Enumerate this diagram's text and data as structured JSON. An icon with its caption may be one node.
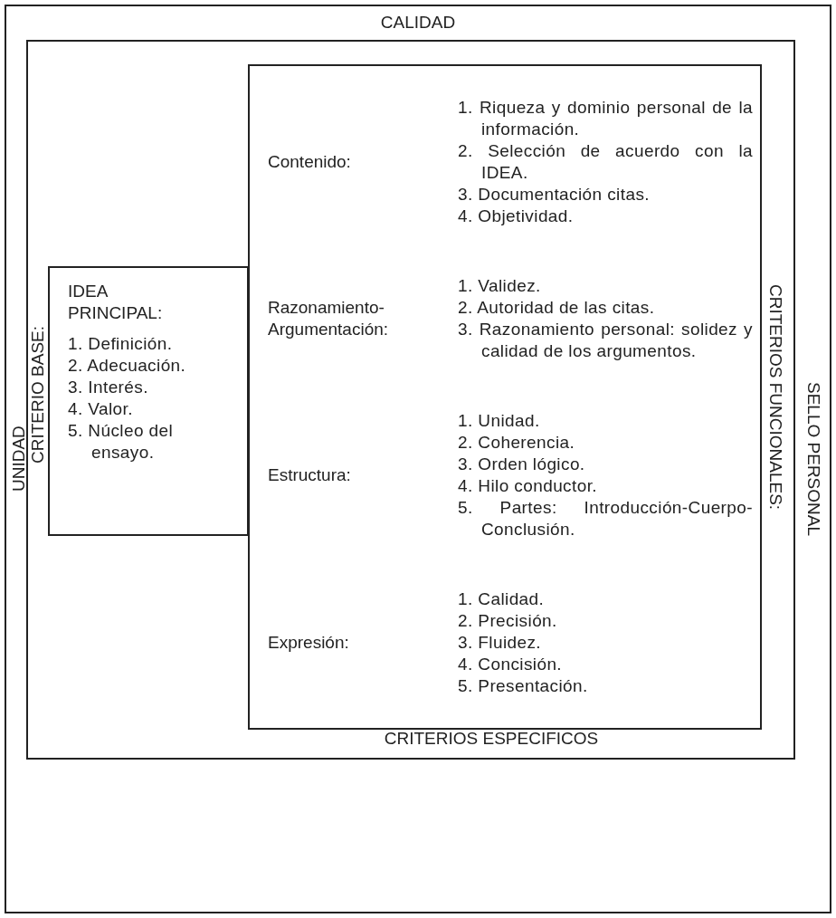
{
  "diagram": {
    "nodes": [
      {
        "text": [
          "CALIDAD",
          "UNIDAD",
          "SELLO PERSONAL"
        ]
      },
      {
        "text": [
          "CRITERIO BASE:",
          "CRITERIOS FUNCIONALES:",
          "CRITERIOS ESPECIFICOS"
        ],
        "in": 0
      },
      {
        "text": [
          "IDEA PRINCIPAL:",
          "1. Definición.",
          "2. Adecuación.",
          "3. Interés.",
          "4. Valor.",
          "5. Núcleo del ensayo."
        ],
        "in": 1
      },
      {
        "text": [
          "Contenido:",
          "1. Riqueza y dominio personal de la información.",
          "2. Selección de acuerdo con la IDEA.",
          "3. Documentación citas.",
          "4. Objetividad.",
          "Razonamiento-Argumentación:",
          "1. Validez.",
          "2. Autoridad de las citas.",
          "3. Razonamiento personal: solidez y calidad de los argumentos.",
          "Estructura:",
          "1. Unidad.",
          "2. Coherencia.",
          "3. Orden lógico.",
          "4. Hilo conductor.",
          "5. Partes: Introducción-Cuerpo-Conclusión.",
          "Expresión:",
          "1. Calidad.",
          "2. Precisión.",
          "3. Fluidez.",
          "4. Concisión.",
          "5. Presentación."
        ],
        "in": 1
      }
    ],
    "edges": []
  }
}
